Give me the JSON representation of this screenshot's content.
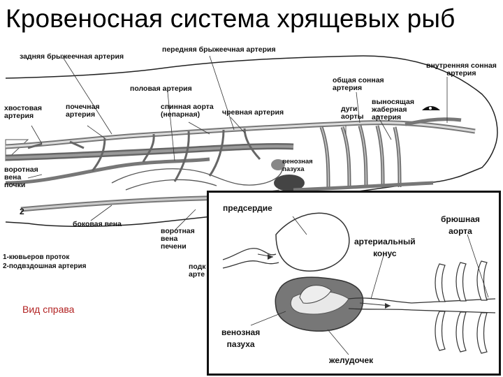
{
  "slide": {
    "title": "Кровеносная система хрящевых рыб",
    "caption": "Вид справа"
  },
  "main_diagram": {
    "labels": {
      "posterior_mesenteric": "задняя брыжеечная артерия",
      "anterior_mesenteric": "передняя брыжеечная артерия",
      "internal_carotid": "внутренняя сонная\nартерия",
      "genital_artery": "половая артерия",
      "common_carotid": "общая сонная\nартерия",
      "caudal_artery": "хвостовая\nартерия",
      "renal_artery": "почечная\nартерия",
      "dorsal_aorta": "спинная аорта\n(непарная)",
      "celiac_artery": "чревная артерия",
      "aortic_arches": "дуги\nаорты",
      "efferent_branchial": "выносящая\nжаберная\nартерия",
      "sinus": "венозная\nпазуха",
      "renal_portal": "воротная\nвена\nпочки",
      "number_2": "2",
      "lateral_vein": "боковая вена",
      "hepatic_portal": "воротная\nвена\nпечени",
      "subintestinal_partial": "подк\nарте"
    },
    "legend": [
      "1-кювьеров проток",
      "2-подвздошная артерия"
    ]
  },
  "heart_inset": {
    "labels": {
      "atrium": "предсердие",
      "ventral_aorta": "брюшная\nаорта",
      "conus": "артериальный\nконус",
      "sinus": "венозная\nпазуха",
      "ventricle": "желудочек"
    }
  }
}
